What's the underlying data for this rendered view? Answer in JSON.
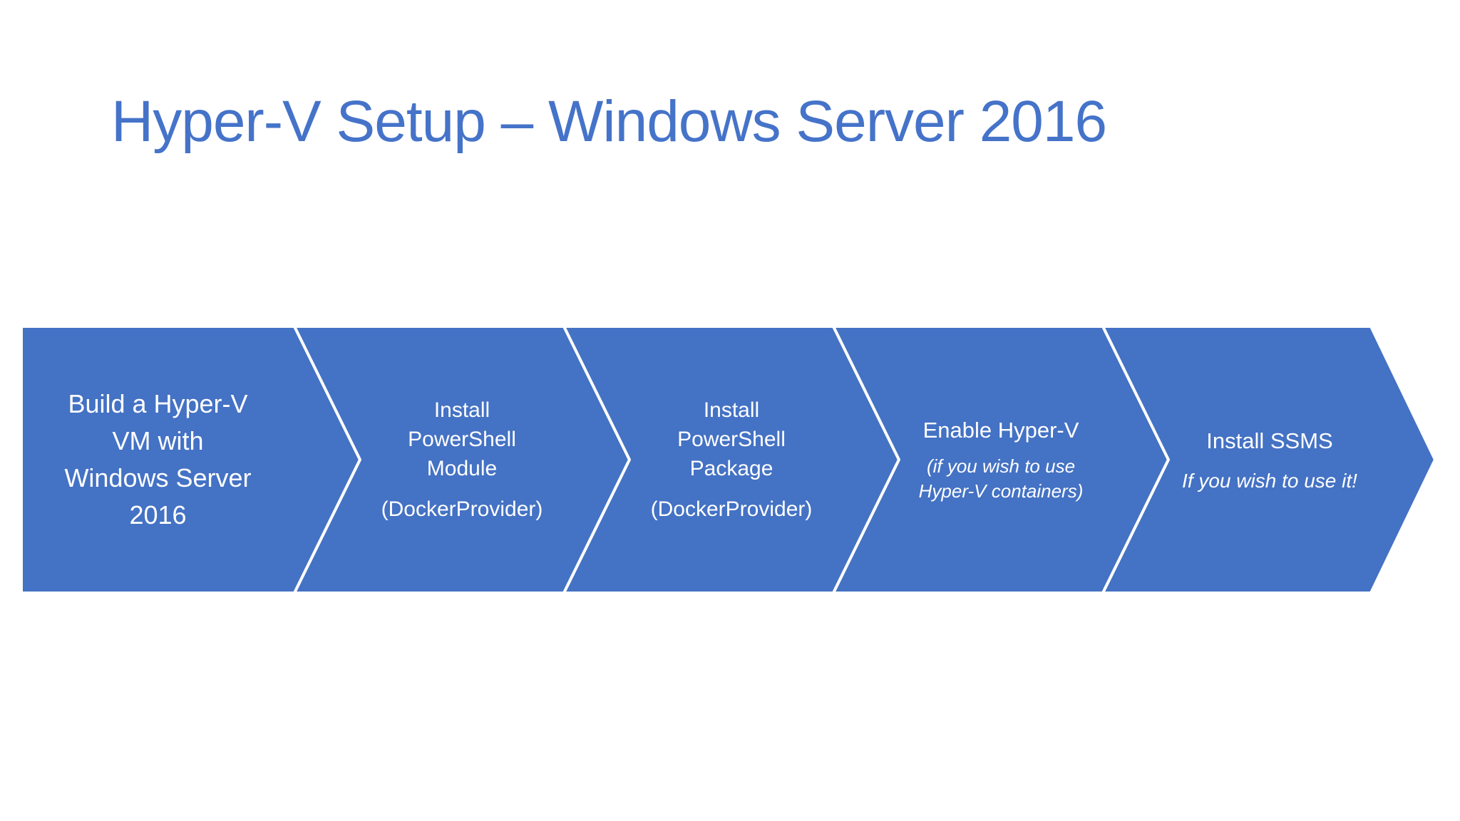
{
  "slide": {
    "title": "Hyper-V Setup – Windows Server 2016",
    "title_color": "#4573C9",
    "background_color": "#FFFFFF"
  },
  "diagram": {
    "type": "process-chevron-flow",
    "direction": "left-to-right",
    "step_fill_color": "#4472C4",
    "separator_color": "#FFFFFF",
    "text_color": "#FFFFFF",
    "steps": [
      {
        "id": 1,
        "lines": [
          "Build a Hyper-V",
          "VM with",
          "Windows Server",
          "2016"
        ]
      },
      {
        "id": 2,
        "heading_lines": [
          "Install",
          "PowerShell",
          "Module"
        ],
        "subheading": "(DockerProvider)"
      },
      {
        "id": 3,
        "heading_lines": [
          "Install",
          "PowerShell",
          "Package"
        ],
        "subheading": "(DockerProvider)"
      },
      {
        "id": 4,
        "heading": "Enable Hyper-V",
        "note_lines": [
          "(if you wish to use",
          "Hyper-V containers)"
        ]
      },
      {
        "id": 5,
        "heading": "Install SSMS",
        "note": "If you wish to use it!"
      }
    ]
  }
}
